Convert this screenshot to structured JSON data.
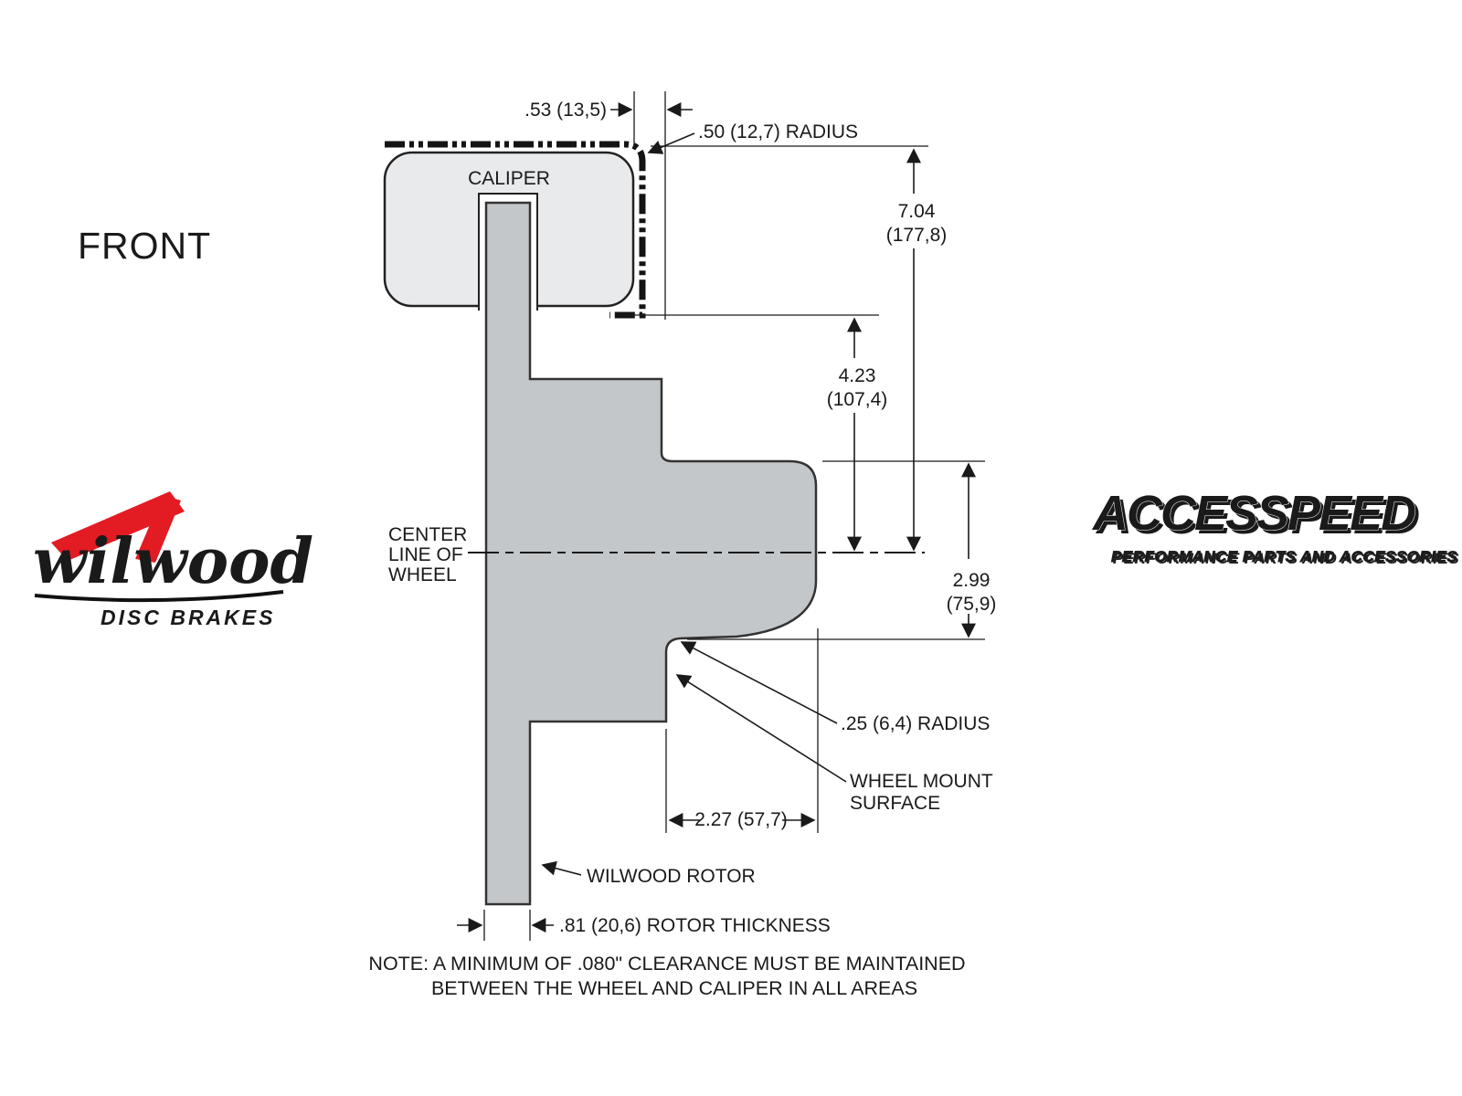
{
  "front_label": "FRONT",
  "diagram": {
    "caliper_label": "CALIPER",
    "centerline": {
      "line1": "CENTER",
      "line2": "LINE OF",
      "line3": "WHEEL"
    },
    "dims": {
      "caliper_gap": ".53 (13,5)",
      "corner_radius": ".50 (12,7) RADIUS",
      "height_in": "7.04",
      "height_mm": "(177,8)",
      "caliper_face_in": "4.23",
      "caliper_face_mm": "(107,4)",
      "mount_center_in": "2.99",
      "mount_center_mm": "(75,9)",
      "hat_radius": ".25 (6,4) RADIUS",
      "wheel_mount_line1": "WHEEL MOUNT",
      "wheel_mount_line2": "SURFACE",
      "hat_depth": "2.27 (57,7)",
      "rotor_label": "WILWOOD ROTOR",
      "rotor_thickness": ".81 (20,6) ROTOR THICKNESS"
    },
    "note_line1": "NOTE: A MINIMUM OF .080\" CLEARANCE MUST BE MAINTAINED",
    "note_line2": "BETWEEN THE WHEEL AND CALIPER IN ALL AREAS"
  },
  "logos": {
    "wilwood_name": "wilwood",
    "wilwood_subtitle": "DISC BRAKES",
    "accesspeed_name": "ACCESSPEED",
    "accesspeed_subtitle": "PERFORMANCE PARTS AND ACCESSORIES"
  },
  "colors": {
    "rotor_fill": "#c4c7c9",
    "caliper_fill": "#e8eaec",
    "line": "#1a1a1a",
    "logo_red": "#e31b23"
  }
}
